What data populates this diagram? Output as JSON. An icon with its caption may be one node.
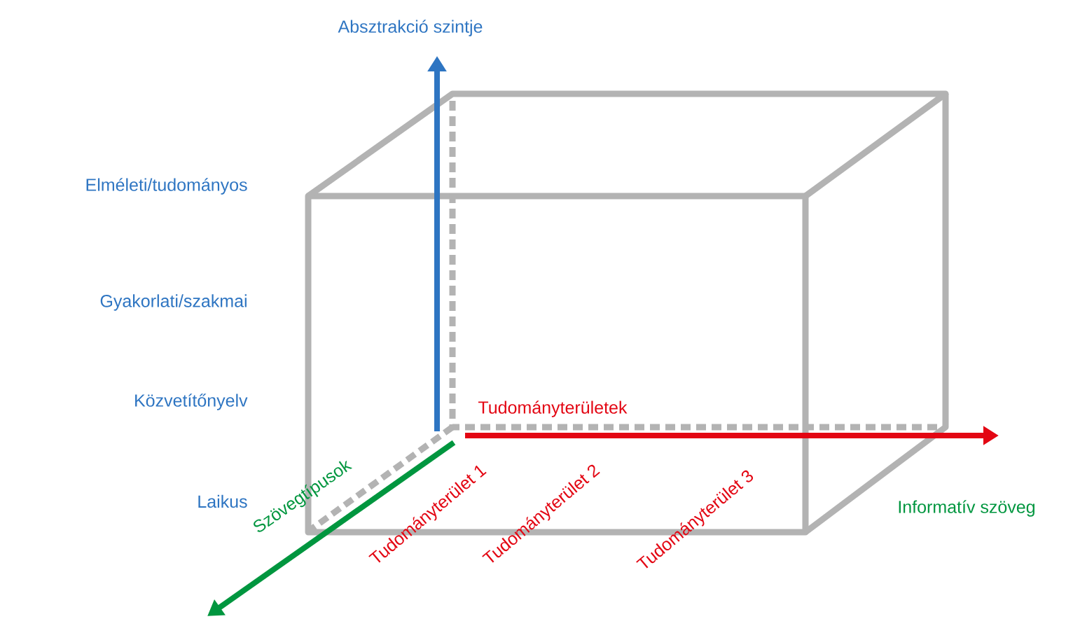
{
  "diagram": {
    "labels": [
      "Absztrakció szintje",
      "Elméleti/tudományos",
      "Gyakorlati/szakmai",
      "Közvetítőnyelv",
      "Tudományterületek",
      "Laikus",
      "Szövegtípusok",
      "Tudományterület 1",
      "Tudományterület 2",
      "Tudományterület 3",
      "Informatív szöveg"
    ]
  }
}
